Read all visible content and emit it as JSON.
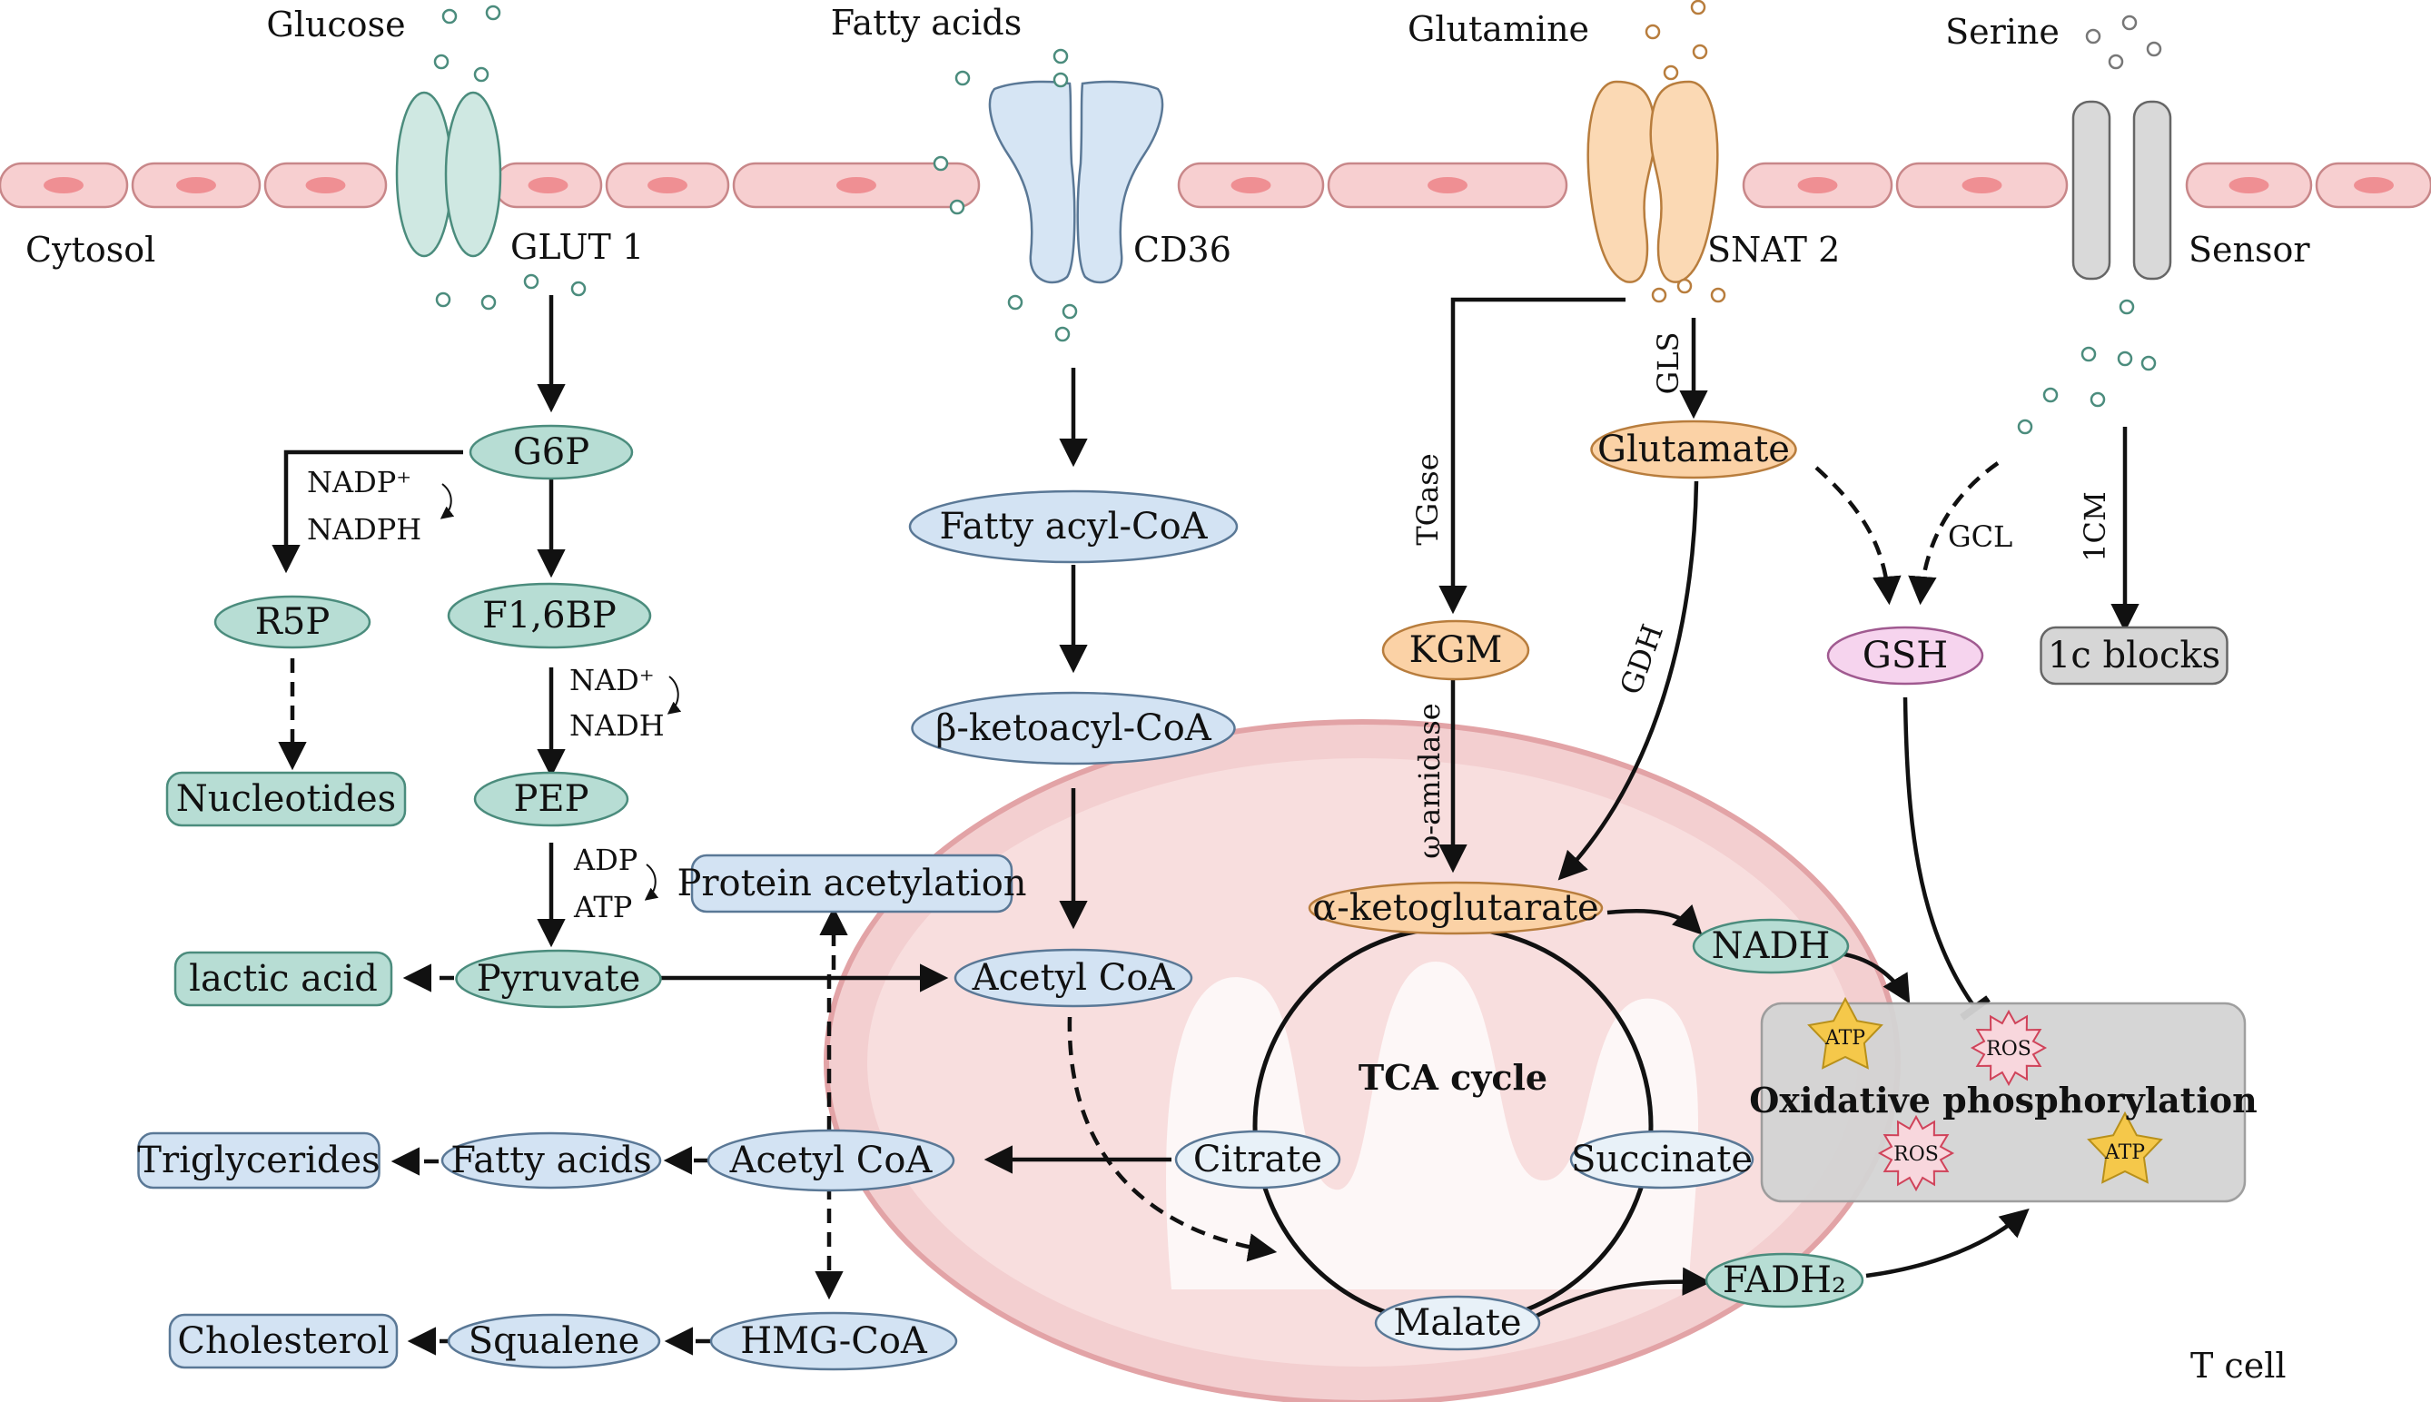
{
  "colors": {
    "membrane": "#f7cfd0",
    "membrane_stroke": "#c88789",
    "teal": "#b7ddd4",
    "teal_stroke": "#4b8c7d",
    "blue": "#d3e3f3",
    "blue_stroke": "#5a7896",
    "orange": "#fbd2a6",
    "orange_stroke": "#b87d3d",
    "pink": "#f6d4ee",
    "gray_box": "#d7d7d7",
    "mito": "#f3cfd0"
  },
  "labels": {
    "glucose": "Glucose",
    "fatty_acids_top": "Fatty acids",
    "glutamine": "Glutamine",
    "serine": "Serine",
    "cytosol": "Cytosol",
    "glut1": "GLUT 1",
    "cd36": "CD36",
    "snat2": "SNAT 2",
    "sensor": "Sensor",
    "tcell": "T cell"
  },
  "nodes": {
    "g6p": "G6P",
    "r5p": "R5P",
    "nucleotides": "Nucleotides",
    "f16bp": "F1,6BP",
    "pep": "PEP",
    "pyruvate": "Pyruvate",
    "lactic_acid": "lactic acid",
    "protein_acetylation": "Protein acetylation",
    "fatty_acyl_coa": "Fatty acyl-CoA",
    "ketoacyl_coa": "β-ketoacyl-CoA",
    "acetyl_coa_mito": "Acetyl CoA",
    "acetyl_coa_cyto": "Acetyl CoA",
    "fatty_acids": "Fatty acids",
    "triglycerides": "Triglycerides",
    "hmg_coa": "HMG-CoA",
    "squalene": "Squalene",
    "cholesterol": "Cholesterol",
    "glutamate": "Glutamate",
    "kgm": "KGM",
    "gsh": "GSH",
    "one_c_blocks": "1c blocks",
    "akg": "α-ketoglutarate",
    "citrate": "Citrate",
    "succinate": "Succinate",
    "malate": "Malate",
    "nadh": "NADH",
    "fadh2": "FADH₂",
    "tca": "TCA cycle",
    "oxphos": "Oxidative phosphorylation",
    "atp": "ATP",
    "ros": "ROS"
  },
  "cofactors": {
    "nadp_plus": "NADP⁺",
    "nadph": "NADPH",
    "nad_plus": "NAD⁺",
    "nadh": "NADH",
    "adp": "ADP",
    "atp": "ATP"
  },
  "enzymes": {
    "tgase": "TGase",
    "gls": "GLS",
    "gcl": "GCL",
    "gdh": "GDH",
    "omega_amidase": "ω-amidase",
    "one_cm": "1CM"
  }
}
